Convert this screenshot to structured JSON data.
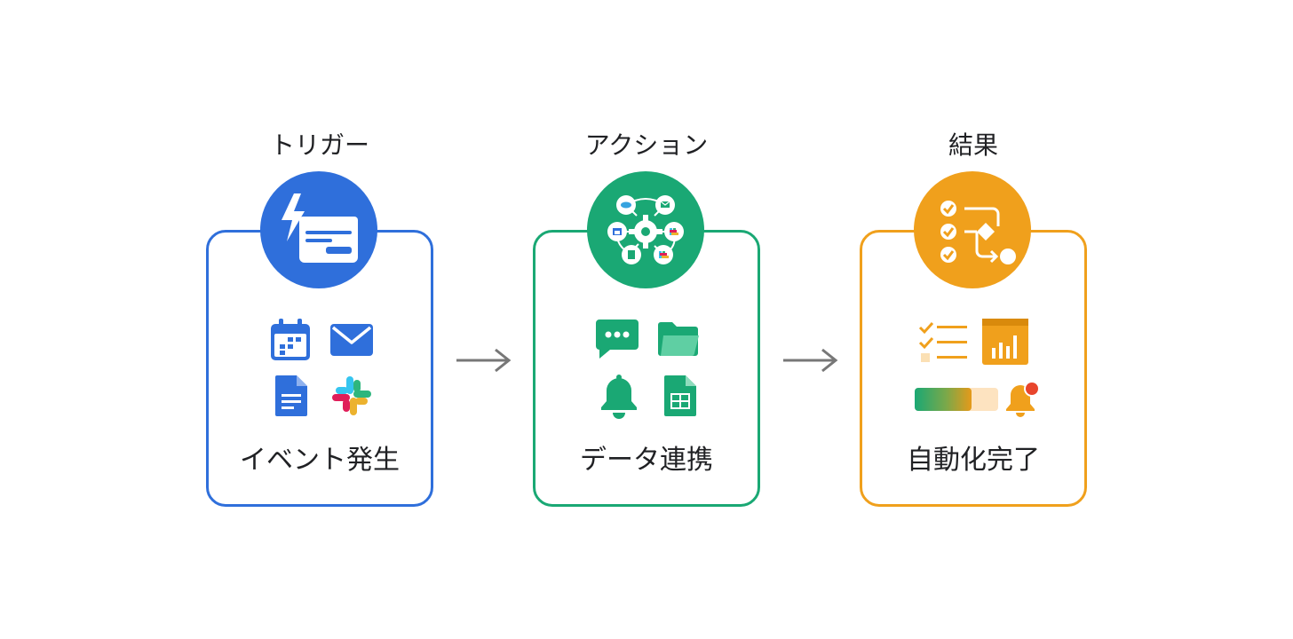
{
  "stages": [
    {
      "title": "トリガー",
      "label": "イベント発生",
      "color": "#2f6fdb",
      "badge_icon": "form-lightning-icon",
      "icons": [
        "calendar-icon",
        "mail-icon",
        "document-icon",
        "slack-icon"
      ]
    },
    {
      "title": "アクション",
      "label": "データ連携",
      "color": "#1aa874",
      "badge_icon": "integration-hub-icon",
      "icons": [
        "chat-icon",
        "folder-icon",
        "bell-icon",
        "spreadsheet-icon"
      ]
    },
    {
      "title": "結果",
      "label": "自動化完了",
      "color": "#f0a01c",
      "badge_icon": "workflow-checklist-icon",
      "icons": [
        "checklist-icon",
        "bar-chart-icon",
        "progress-bar-icon",
        "notification-bell-icon"
      ]
    }
  ],
  "connectors": [
    "arrow-icon",
    "arrow-icon"
  ]
}
